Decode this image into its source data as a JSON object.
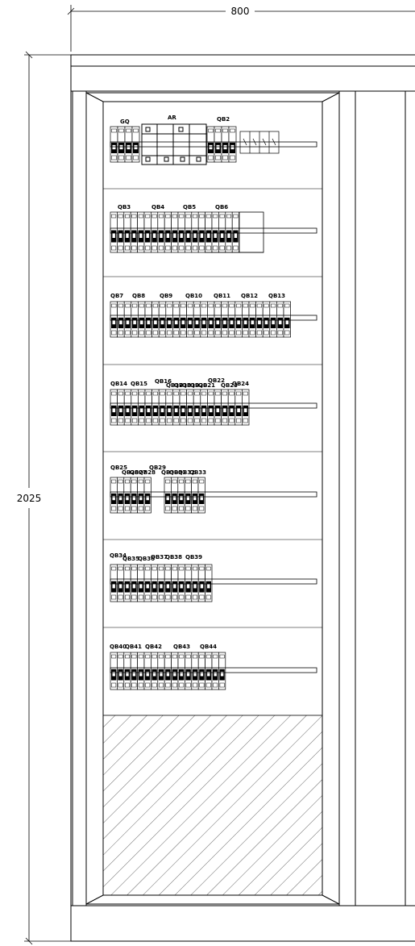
{
  "dimensions": {
    "width_label": "800",
    "height_label": "2025"
  },
  "rows": [
    {
      "labels": [
        "GQ",
        "AR",
        "QB2"
      ]
    },
    {
      "labels": [
        "QB3",
        "QB4",
        "QB5",
        "QB6"
      ]
    },
    {
      "labels": [
        "QB7",
        "QB8",
        "QB9",
        "QB10",
        "QB11",
        "QB12",
        "QB13"
      ]
    },
    {
      "labels": [
        "QB14",
        "QB15",
        "QB16",
        "QB17",
        "QB18",
        "QB19",
        "QB20",
        "QB21",
        "QB22",
        "QB23",
        "QB24"
      ]
    },
    {
      "labels": [
        "QB25",
        "QB26",
        "QB27",
        "QB28",
        "QB29",
        "QB30",
        "QB31",
        "QB32",
        "QB33"
      ]
    },
    {
      "labels": [
        "QB34",
        "QB35",
        "QB36",
        "QB37",
        "QB38",
        "QB39"
      ]
    },
    {
      "labels": [
        "QB40",
        "QB41",
        "QB42",
        "QB43",
        "QB44"
      ]
    }
  ],
  "colors": {
    "line": "#000000",
    "background": "#ffffff"
  }
}
